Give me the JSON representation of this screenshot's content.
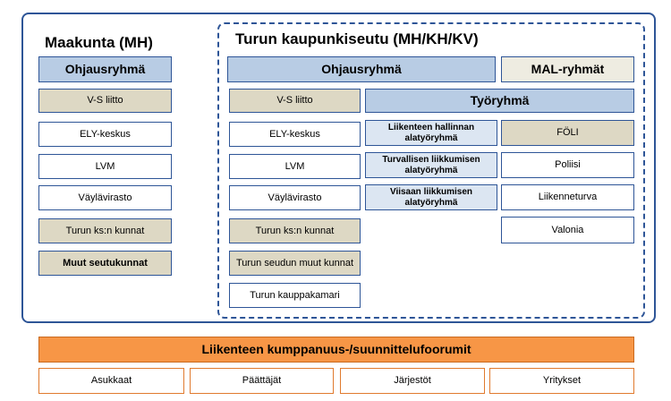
{
  "maakunta": {
    "title": "Maakunta (MH)",
    "ohjausryhma": "Ohjausryhmä",
    "members": [
      "V-S liitto",
      "ELY-keskus",
      "LVM",
      "Väylävirasto",
      "Turun ks:n kunnat",
      "Muut seutukunnat"
    ]
  },
  "kaupunkiseutu": {
    "title": "Turun kaupunkiseutu (MH/KH/KV)",
    "ohjausryhma": "Ohjausryhmä",
    "mal_ryhmat": "MAL-ryhmät",
    "members": [
      "V-S liitto",
      "ELY-keskus",
      "LVM",
      "Väylävirasto",
      "Turun ks:n kunnat",
      "Turun seudun muut kunnat",
      "Turun kauppakamari"
    ],
    "tyoryhma": "Työryhmä",
    "alatyoryhmat": [
      "Liikenteen hallinnan alatyöryhmä",
      "Turvallisen liikkumisen alatyöryhmä",
      "Viisaan liikkumisen alatyöryhmä"
    ],
    "mal_members": [
      "FÖLI",
      "Poliisi",
      "Liikenneturva",
      "Valonia"
    ]
  },
  "foorumi": {
    "title": "Liikenteen kumppanuus-/suunnittelufoorumit",
    "members": [
      "Asukkaat",
      "Päättäjät",
      "Järjestöt",
      "Yritykset"
    ]
  }
}
